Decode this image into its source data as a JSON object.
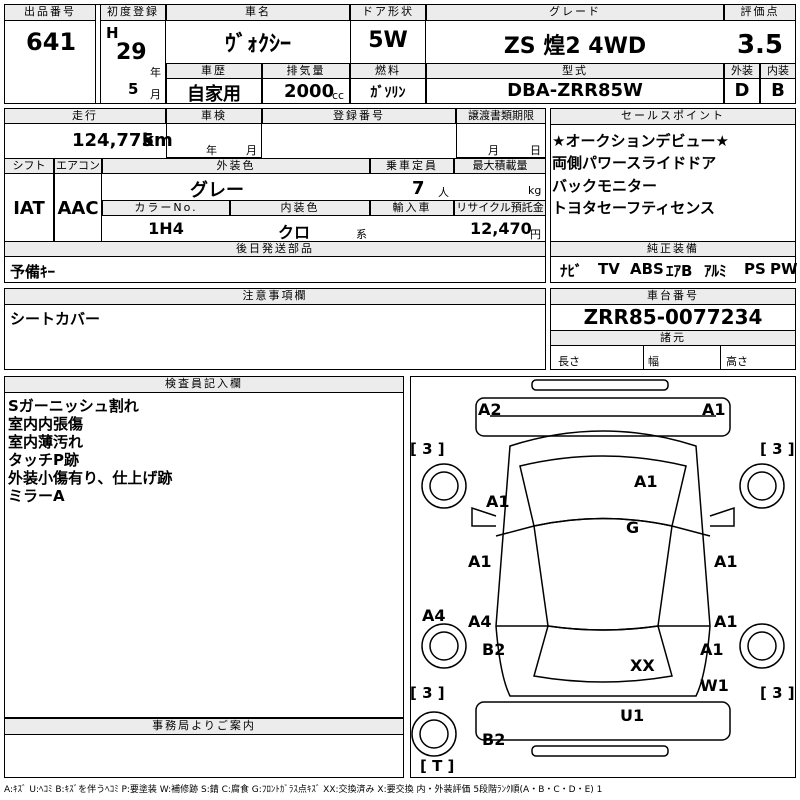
{
  "header": {
    "lot_label": "出品番号",
    "lot": "641",
    "first_reg_label": "初度登録",
    "era": "H",
    "year": "29",
    "year_unit": "年",
    "month": "5",
    "month_unit": "月",
    "car_name_label": "車名",
    "car_name": "ｳﾞｫｸｼｰ",
    "door_label": "ドア形状",
    "door": "5W",
    "grade_label": "グレード",
    "grade": "ZS 煌2 4WD",
    "score_label": "評価点",
    "score": "3.5",
    "history_label": "車歴",
    "history": "自家用",
    "displacement_label": "排気量",
    "displacement": "2000",
    "displacement_unit": "cc",
    "fuel_label": "燃料",
    "fuel": "ｶﾞｿﾘﾝ",
    "model_label": "型式",
    "model": "DBA-ZRR85W",
    "exterior_label": "外装",
    "exterior": "D",
    "interior_label": "内装",
    "interior": "B"
  },
  "row2": {
    "mileage_label": "走行",
    "mileage": "124,775",
    "mileage_unit": "km",
    "inspection_label": "車検",
    "insp_year_unit": "年",
    "insp_month_unit": "月",
    "reg_no_label": "登録番号",
    "transfer_label": "譲渡書類期限",
    "transfer_month_unit": "月",
    "transfer_day_unit": "日",
    "shift_label": "シフト",
    "shift": "IAT",
    "ac_label": "エアコン",
    "ac": "AAC",
    "color_label": "外装色",
    "color": "グレー",
    "capacity_label": "乗車定員",
    "capacity": "7",
    "capacity_unit": "人",
    "load_label": "最大積載量",
    "load_unit": "kg",
    "color_no_label": "カラーNo.",
    "color_no": "1H4",
    "int_color_label": "内装色",
    "int_color": "クロ",
    "int_color_unit": "系",
    "import_label": "輸入車",
    "recycle_label": "リサイクル預託金",
    "recycle": "12,470",
    "recycle_unit": "円"
  },
  "sales_points": {
    "label": "セールスポイント",
    "items": [
      "★オークションデビュー★",
      "両側パワースライドドア",
      "バックモニター",
      "トヨタセーフティセンス"
    ]
  },
  "later_parts": {
    "label": "後日発送部品",
    "value": "予備ｷｰ"
  },
  "equipment": {
    "label": "純正装備",
    "items": [
      "ﾅﾋﾞ",
      "TV",
      "ABS",
      "ｴｱB",
      "ｱﾙﾐ",
      "PS",
      "PW"
    ]
  },
  "notes": {
    "label": "注意事項欄",
    "value": "シートカバー"
  },
  "chassis": {
    "label": "車台番号",
    "value": "ZRR85-0077234",
    "dims_label": "諸元",
    "length_label": "長さ",
    "width_label": "幅",
    "height_label": "高さ"
  },
  "inspector": {
    "label": "検査員記入欄",
    "lines": [
      "Sガーニッシュ割れ",
      "室内内張傷",
      "室内薄汚れ",
      "タッチP跡",
      "外装小傷有り、仕上げ跡",
      "ミラーA"
    ]
  },
  "office": {
    "label": "事務局よりご案内"
  },
  "diagram": {
    "marks": [
      "A2",
      "A1",
      "A1",
      "A1",
      "G",
      "A1",
      "A1",
      "A4",
      "A4",
      "A1",
      "B2",
      "A1",
      "XX",
      "W1",
      "U1",
      "B2"
    ],
    "tires": [
      "[ 3 ]",
      "[ 3 ]",
      "[ 3 ]",
      "[ 3 ]",
      "[ T ]"
    ]
  },
  "legend": "A:ｷｽﾞ U:ﾍｺﾐ B:ｷｽﾞを伴うﾍｺﾐ P:要塗装 W:補修跡 S:錆 C:腐食 G:ﾌﾛﾝﾄｶﾞﾗｽ点ｷｽﾞ XX:交換済み X:要交換 内・外装評価 5段階ﾗﾝｸ順(A・B・C・D・E) 1"
}
